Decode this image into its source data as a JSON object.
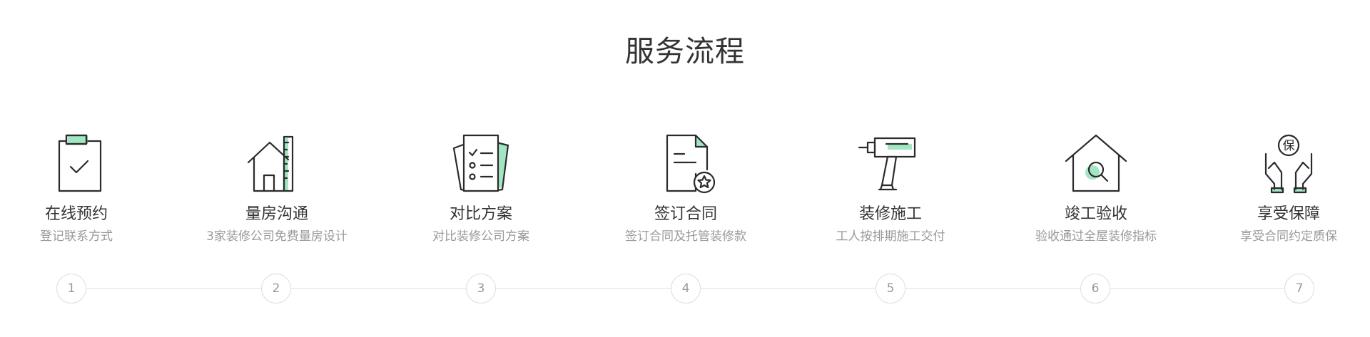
{
  "section": {
    "title": "服务流程"
  },
  "steps": [
    {
      "num": "1",
      "icon": "clipboard-check-icon",
      "title": "在线预约",
      "desc": "登记联系方式"
    },
    {
      "num": "2",
      "icon": "house-ruler-icon",
      "title": "量房沟通",
      "desc": "3家装修公司免费量房设计"
    },
    {
      "num": "3",
      "icon": "checklist-document-icon",
      "title": "对比方案",
      "desc": "对比装修公司方案"
    },
    {
      "num": "4",
      "icon": "contract-star-icon",
      "title": "签订合同",
      "desc": "签订合同及托管装修款"
    },
    {
      "num": "5",
      "icon": "drill-icon",
      "title": "装修施工",
      "desc": "工人按排期施工交付"
    },
    {
      "num": "6",
      "icon": "house-magnifier-icon",
      "title": "竣工验收",
      "desc": "验收通过全屋装修指标"
    },
    {
      "num": "7",
      "icon": "hands-guarantee-icon",
      "title": "享受保障",
      "desc": "享受合同约定质保",
      "badge": "保"
    }
  ],
  "colors": {
    "accent": "#34c77b",
    "title": "#333333",
    "desc": "#999999",
    "line": "#e3e3e3"
  }
}
